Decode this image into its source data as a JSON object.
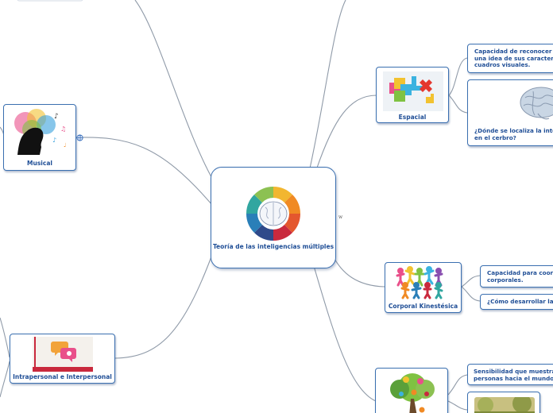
{
  "central": {
    "title": "Teoría de las inteligencias múltiples",
    "side_mark": "w"
  },
  "nodes": {
    "musical": {
      "title": "Musical",
      "link_icon": "globe-icon"
    },
    "interpersonal": {
      "title": "Intrapersonal e Interpersonal"
    },
    "espacial": {
      "title": "Espacial"
    },
    "kinestesica": {
      "title": "Corporal Kinestésica"
    }
  },
  "leaves": {
    "espacial_1": [
      "Capacidad de reconocer c",
      "una idea de sus caracterís",
      "cuadros visuales."
    ],
    "espacial_2": [
      "¿Dónde se localiza la inte",
      "en el cerbro?"
    ],
    "kin_1": [
      "Capacidad para coord",
      "corporales."
    ],
    "kin_2": [
      "¿Cómo desarrollar la"
    ],
    "naturalista_1": [
      "Sensibilidad que muestra",
      "personas hacia el mundo"
    ]
  },
  "colors": {
    "accent": "#1f4e96",
    "border": "#3a6fb0",
    "link": "#8f9aa8"
  }
}
